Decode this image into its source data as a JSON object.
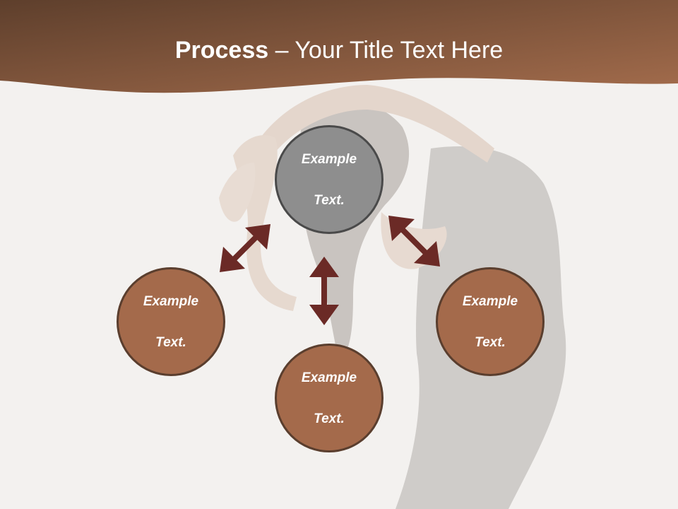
{
  "title": {
    "bold": "Process",
    "rest": " – Your Title Text Here"
  },
  "nodes": {
    "center": {
      "line1": "Example",
      "line2": "Text."
    },
    "left": {
      "line1": "Example",
      "line2": "Text."
    },
    "bottom": {
      "line1": "Example",
      "line2": "Text."
    },
    "right": {
      "line1": "Example",
      "line2": "Text."
    }
  },
  "colors": {
    "header": "#6e4a35",
    "center_node": "#8e8e8e",
    "outer_node": "#a46a4b",
    "arrow": "#6b2a26"
  }
}
